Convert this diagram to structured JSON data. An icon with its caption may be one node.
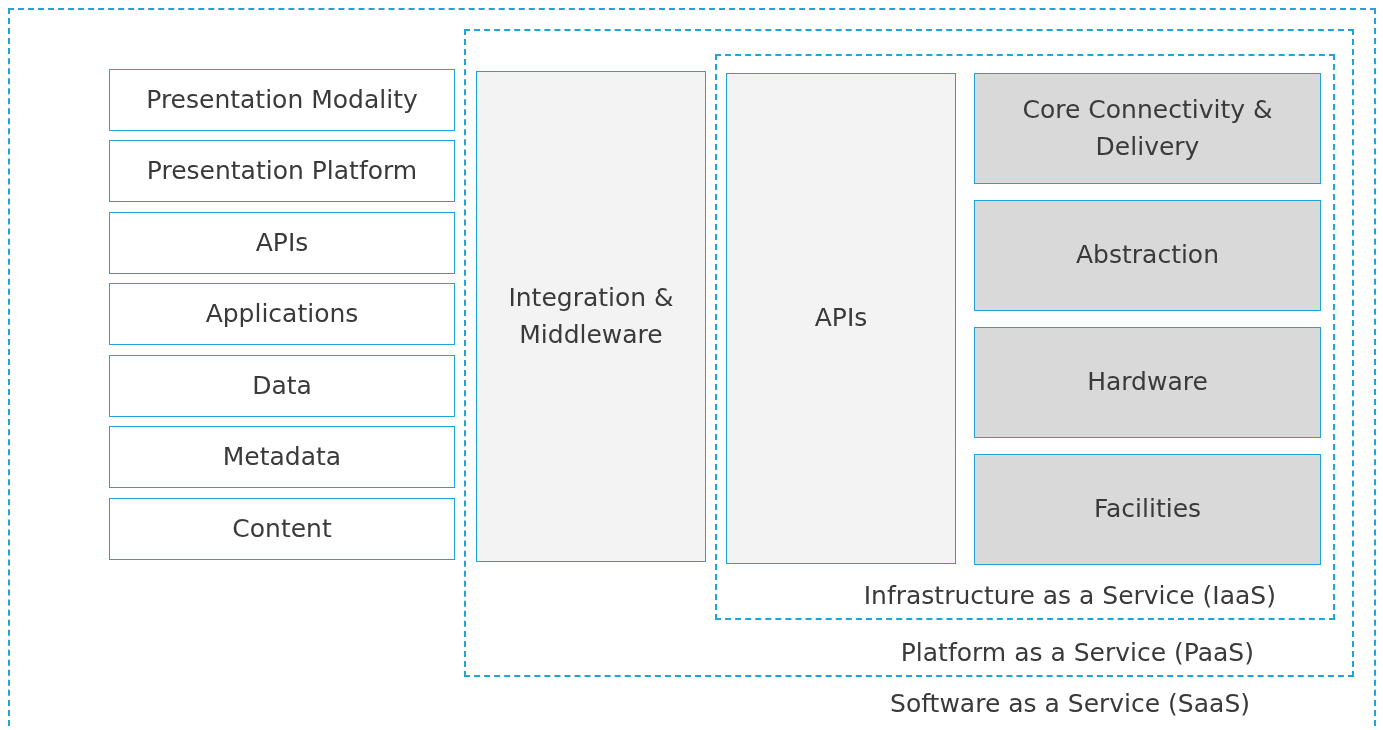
{
  "diagram": {
    "nodes": [
      {
        "text": [
          "Software as a Service (SaaS)"
        ]
      },
      {
        "text": [
          "Presentation Modality"
        ],
        "in": 0
      },
      {
        "text": [
          "Presentation Platform"
        ],
        "in": 0
      },
      {
        "text": [
          "APIs"
        ],
        "in": 0
      },
      {
        "text": [
          "Applications"
        ],
        "in": 0
      },
      {
        "text": [
          "Data"
        ],
        "in": 0
      },
      {
        "text": [
          "Metadata"
        ],
        "in": 0
      },
      {
        "text": [
          "Content"
        ],
        "in": 0
      },
      {
        "text": [
          "Platform as a Service (PaaS)"
        ],
        "in": 0
      },
      {
        "text": [
          "Integration & Middleware"
        ],
        "in": 8
      },
      {
        "text": [
          "Infrastructure as a Service (IaaS)"
        ],
        "in": 8
      },
      {
        "text": [
          "APIs"
        ],
        "in": 10
      },
      {
        "text": [
          "Core Connectivity & Delivery"
        ],
        "in": 10
      },
      {
        "text": [
          "Abstraction"
        ],
        "in": 10
      },
      {
        "text": [
          "Hardware"
        ],
        "in": 10
      },
      {
        "text": [
          "Facilities"
        ],
        "in": 10
      }
    ]
  }
}
